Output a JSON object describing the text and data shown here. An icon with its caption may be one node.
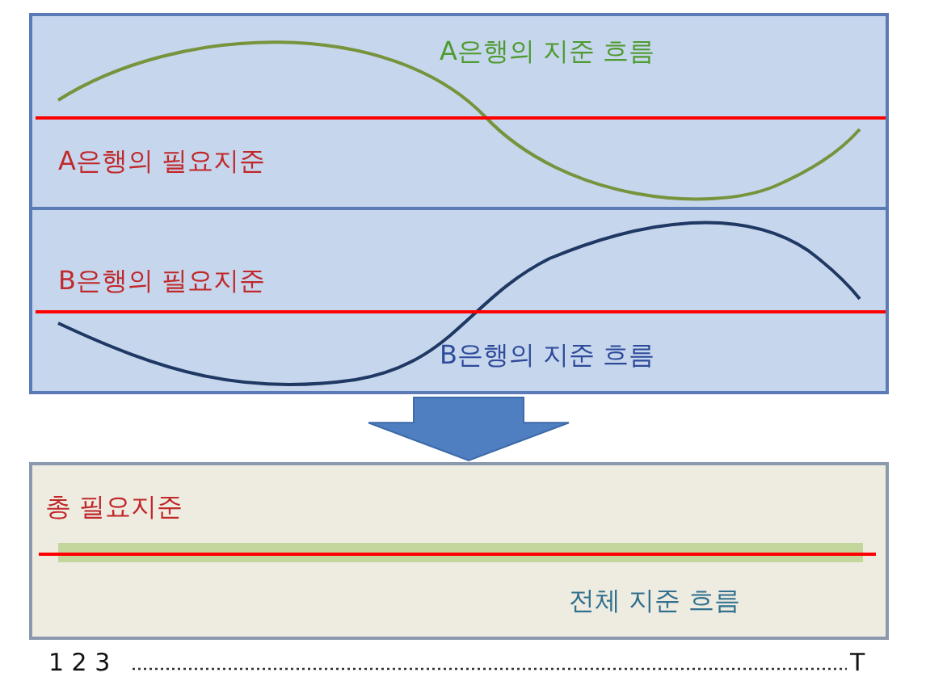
{
  "diagram": {
    "nodes": [
      {
        "text": [],
        "shape": "box"
      },
      {
        "text": [
          "A은행의 지준 흐름",
          "A은행의 필요지준"
        ],
        "in": 0
      },
      {
        "text": [
          "B은행의 필요지준",
          "B은행의 지준 흐름"
        ],
        "in": 0
      },
      {
        "text": [
          "총 필요지준",
          "전체 지준 흐름"
        ]
      }
    ],
    "edges": [
      {
        "from": 0,
        "to": 3,
        "arrow": "to"
      }
    ],
    "labels": [
      "1 2 3",
      "T"
    ]
  }
}
